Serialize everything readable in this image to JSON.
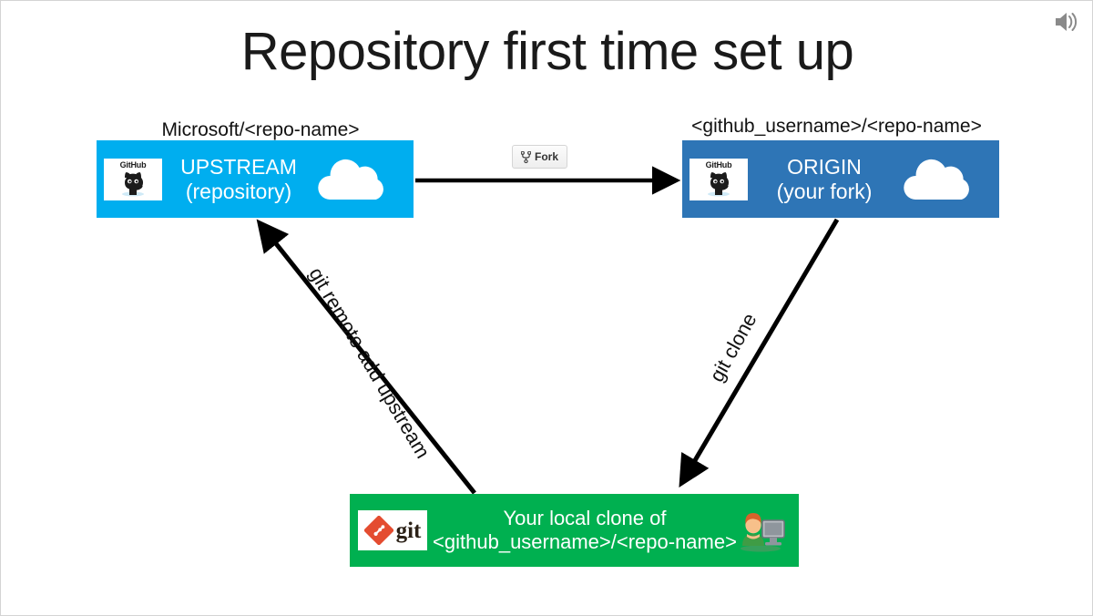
{
  "slide": {
    "title": "Repository first time set up",
    "audio_icon": "speaker-icon",
    "background": "#ffffff",
    "border_color": "#d4d4d4"
  },
  "nodes": {
    "upstream": {
      "caption": "Microsoft/<repo-name>",
      "line1": "UPSTREAM",
      "line2": "(repository)",
      "logo": "github-octocat-logo",
      "logo_wordmark": "GitHub",
      "cloud_icon": "cloud-icon",
      "color": "#00aeef"
    },
    "origin": {
      "caption": "<github_username>/<repo-name>",
      "line1": "ORIGIN",
      "line2": "(your fork)",
      "logo": "github-octocat-logo",
      "logo_wordmark": "GitHub",
      "cloud_icon": "cloud-icon",
      "color": "#2e75b6"
    },
    "local": {
      "line1": "Your local clone of",
      "line2": "<github_username>/<repo-name>",
      "logo": "git-logo",
      "logo_wordmark": "git",
      "user_icon": "user-at-computer-icon",
      "color": "#00b050"
    }
  },
  "edges": {
    "fork": {
      "label": "Fork",
      "icon": "repo-forked-icon",
      "type": "button"
    },
    "clone": {
      "label": "git clone"
    },
    "remote_add": {
      "label": "git remote add upstream"
    }
  }
}
